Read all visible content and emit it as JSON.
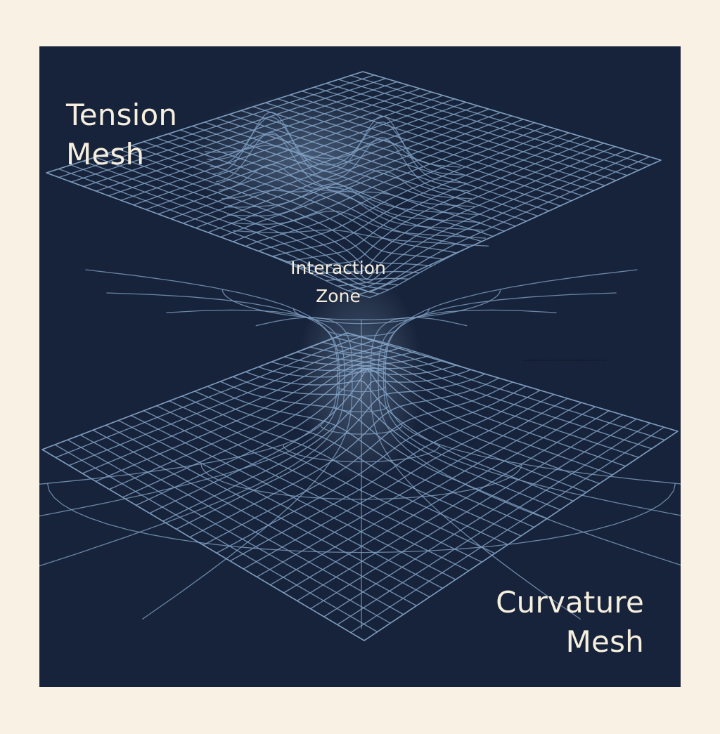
{
  "labels": {
    "tension": {
      "line1": "Tension",
      "line2": "Mesh"
    },
    "zone": {
      "line1": "Interaction",
      "line2": "Zone"
    },
    "curvature": {
      "line1": "Curvature",
      "line2": "Mesh"
    }
  },
  "colors": {
    "page_background": "#f9f1e4",
    "panel_background": "#17233a",
    "grid_line": "#7f9fc2",
    "label_text": "#f6efde"
  }
}
